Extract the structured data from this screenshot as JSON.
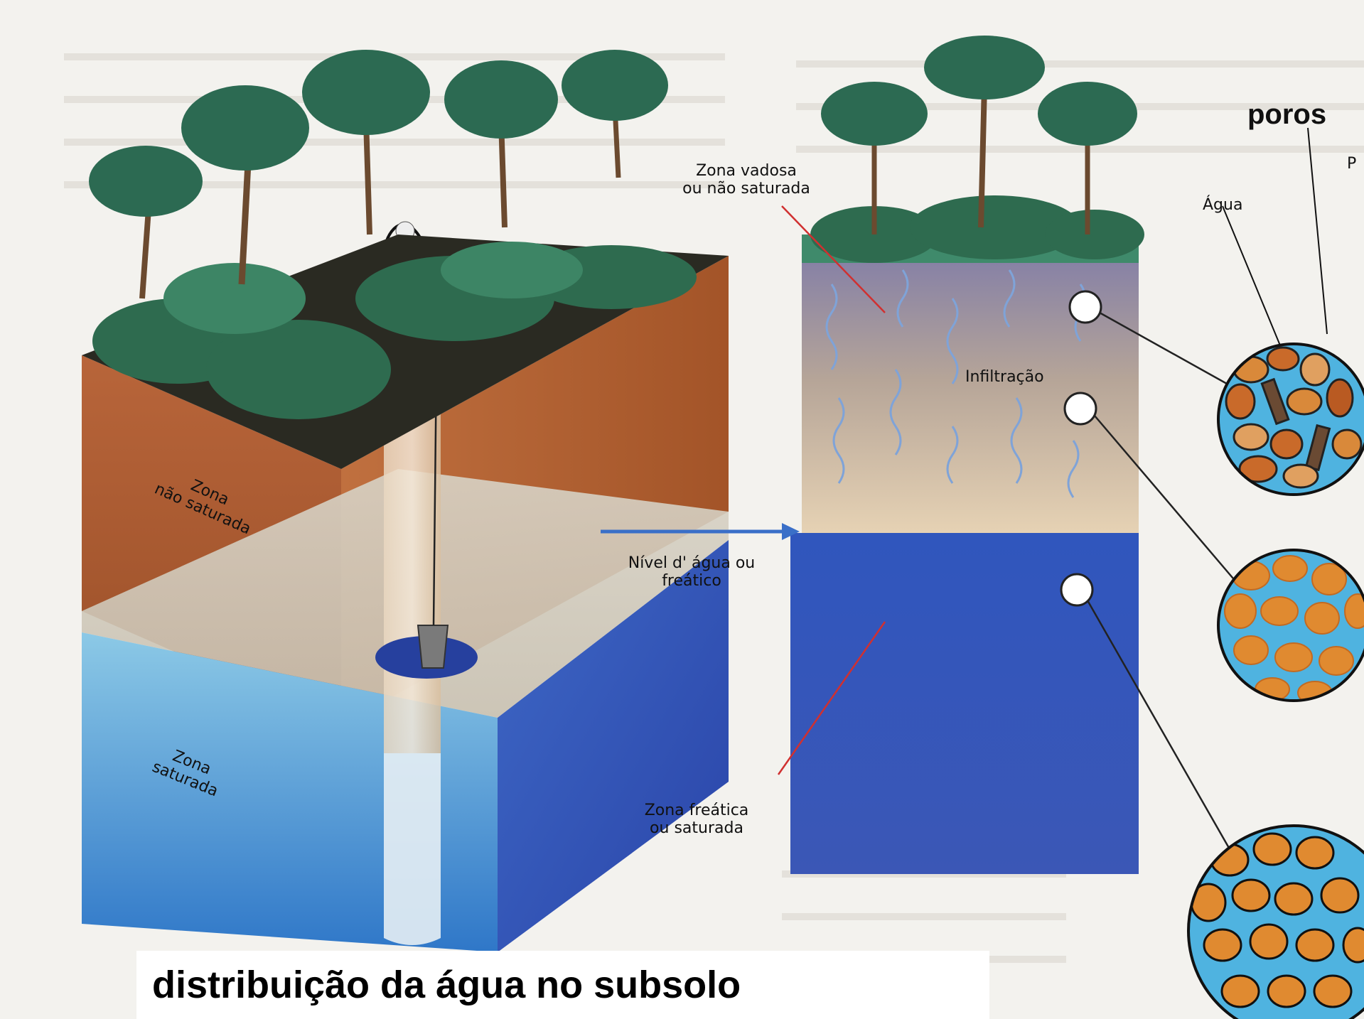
{
  "caption": "distribuição da água no subsolo",
  "left_block": {
    "zone_unsaturated": [
      "Zona",
      "não saturada"
    ],
    "zone_saturated": [
      "Zona",
      "saturada"
    ]
  },
  "middle": {
    "water_level": [
      "Nível d' água ou",
      "freático"
    ],
    "vadose_zone": [
      "Zona vadosa",
      "ou não saturada"
    ],
    "phreatic_zone": [
      "Zona freática",
      "ou saturada"
    ]
  },
  "right_column": {
    "infiltration": "Infiltração"
  },
  "pores_panel": {
    "title": "poros",
    "water": "Água",
    "clipped_letter": "P"
  },
  "colors": {
    "soil": "#a9582e",
    "water": "#3b5fc0",
    "vegetation": "#2e6b4f",
    "grain": "#d9893a",
    "pore_water": "#4fb3e0"
  }
}
